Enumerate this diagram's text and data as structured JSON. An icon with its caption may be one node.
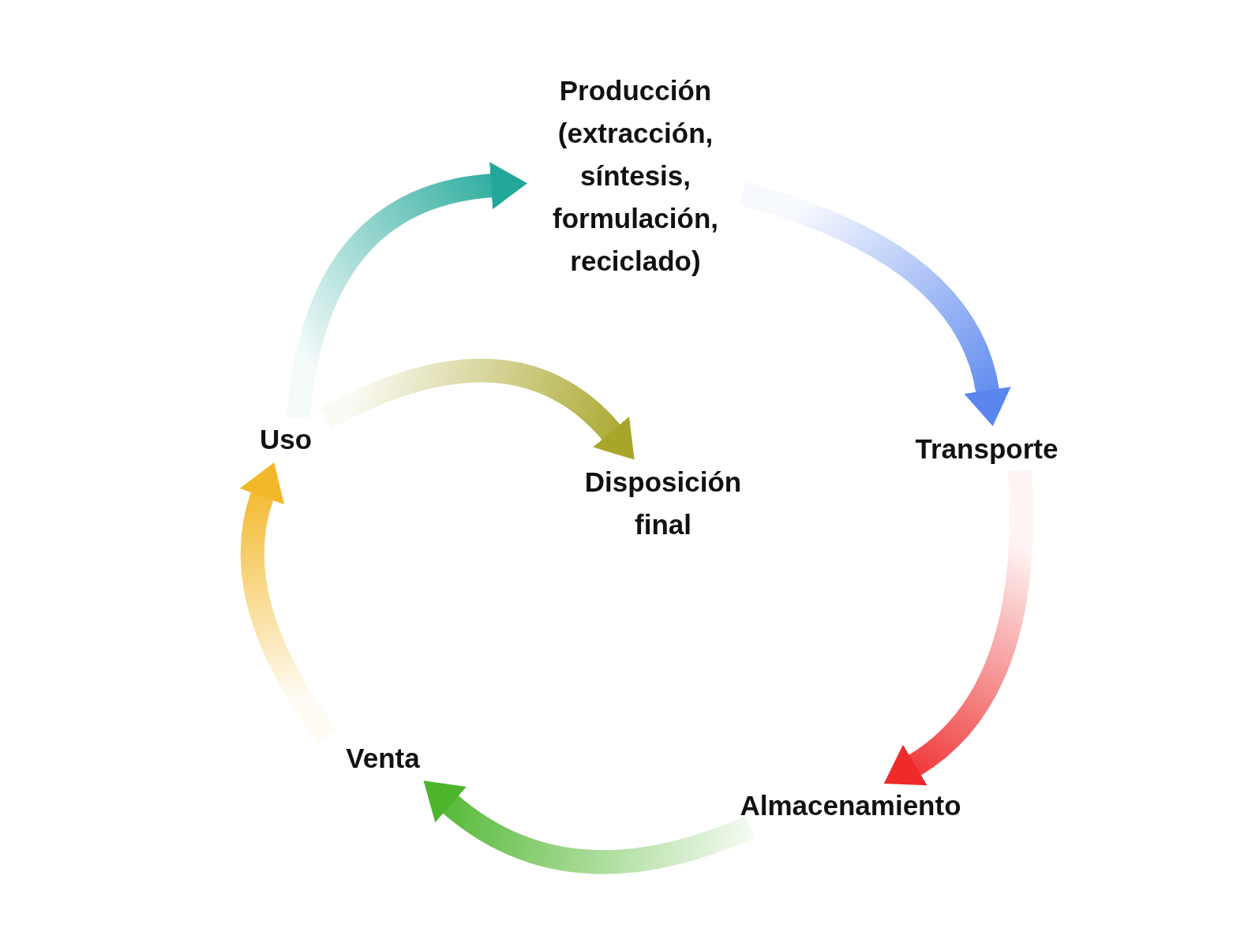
{
  "diagram": {
    "nodes": [
      {
        "text": [
          "Producción (extracción, síntesis, formulación, reciclado)"
        ]
      },
      {
        "text": [
          "Transporte"
        ]
      },
      {
        "text": [
          "Almacenamiento"
        ]
      },
      {
        "text": [
          "Venta"
        ]
      },
      {
        "text": [
          "Uso"
        ]
      },
      {
        "text": [
          "Disposición final"
        ]
      }
    ],
    "edges": [
      {
        "from": 0,
        "to": 1,
        "arrow": "to",
        "color": "#5a86ee"
      },
      {
        "from": 1,
        "to": 2,
        "arrow": "to",
        "color": "#ee2a2a"
      },
      {
        "from": 2,
        "to": 3,
        "arrow": "to",
        "color": "#4cb52c"
      },
      {
        "from": 3,
        "to": 4,
        "arrow": "to",
        "color": "#f3b82a"
      },
      {
        "from": 4,
        "to": 0,
        "arrow": "to",
        "color": "#22a89a"
      },
      {
        "from": 4,
        "to": 5,
        "arrow": "to",
        "color": "#a8a62a"
      }
    ]
  }
}
